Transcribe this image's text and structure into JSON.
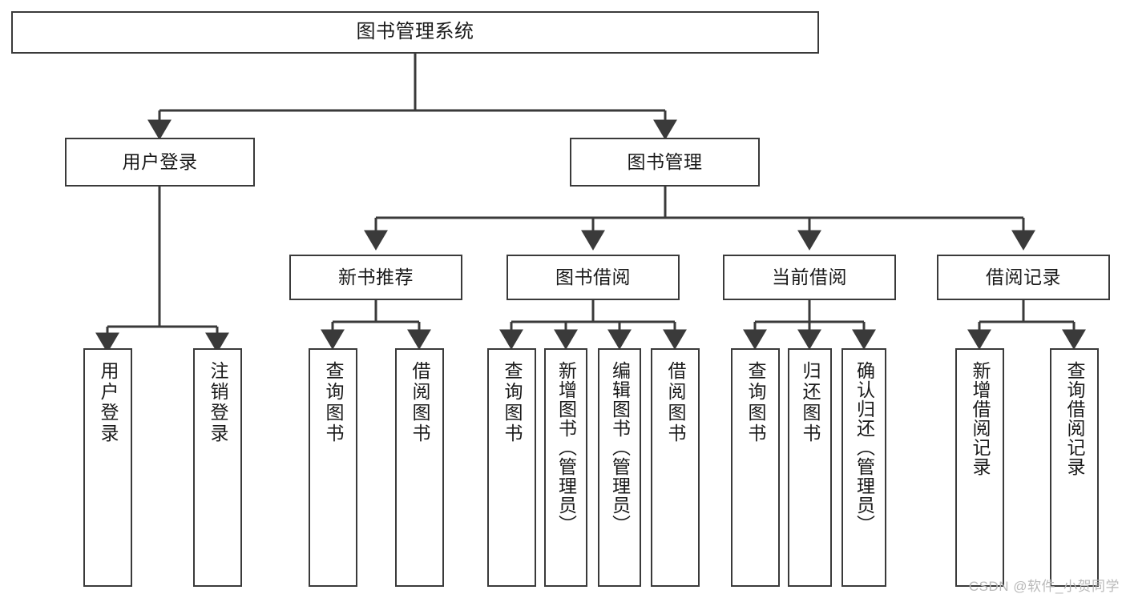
{
  "diagram": {
    "title": "图书管理系统",
    "type": "tree-hierarchy-chart",
    "root": {
      "id": "root",
      "label": "图书管理系统"
    },
    "level2": [
      {
        "id": "user-login",
        "label": "用户登录"
      },
      {
        "id": "book-manage",
        "label": "图书管理"
      }
    ],
    "level3": [
      {
        "id": "new-book-rec",
        "label": "新书推荐"
      },
      {
        "id": "book-borrow",
        "label": "图书借阅"
      },
      {
        "id": "current-borrow",
        "label": "当前借阅"
      },
      {
        "id": "borrow-record",
        "label": "借阅记录"
      }
    ],
    "leaves": [
      {
        "id": "leaf-user-login",
        "label": "用户登录",
        "parent": "user-login"
      },
      {
        "id": "leaf-user-logout",
        "label": "注销登录",
        "parent": "user-login"
      },
      {
        "id": "leaf-query-book-1",
        "label": "查询图书",
        "parent": "new-book-rec"
      },
      {
        "id": "leaf-borrow-book-1",
        "label": "借阅图书",
        "parent": "new-book-rec"
      },
      {
        "id": "leaf-query-book-2",
        "label": "查询图书",
        "parent": "book-borrow"
      },
      {
        "id": "leaf-add-book",
        "label": "新增图书（管理员）",
        "parent": "book-borrow"
      },
      {
        "id": "leaf-edit-book",
        "label": "编辑图书（管理员）",
        "parent": "book-borrow"
      },
      {
        "id": "leaf-borrow-book-2",
        "label": "借阅图书",
        "parent": "book-borrow"
      },
      {
        "id": "leaf-query-book-3",
        "label": "查询图书",
        "parent": "current-borrow"
      },
      {
        "id": "leaf-return-book",
        "label": "归还图书",
        "parent": "current-borrow"
      },
      {
        "id": "leaf-confirm-return",
        "label": "确认归还（管理员）",
        "parent": "current-borrow"
      },
      {
        "id": "leaf-add-record",
        "label": "新增借阅记录",
        "parent": "borrow-record"
      },
      {
        "id": "leaf-query-record",
        "label": "查询借阅记录",
        "parent": "borrow-record"
      }
    ],
    "colors": {
      "stroke": "#3a3a3a",
      "fill": "#ffffff",
      "text": "#1a1a1a",
      "watermark": "#b9b9b9"
    }
  },
  "watermark": {
    "text": "CSDN @软件_小贺同学"
  }
}
